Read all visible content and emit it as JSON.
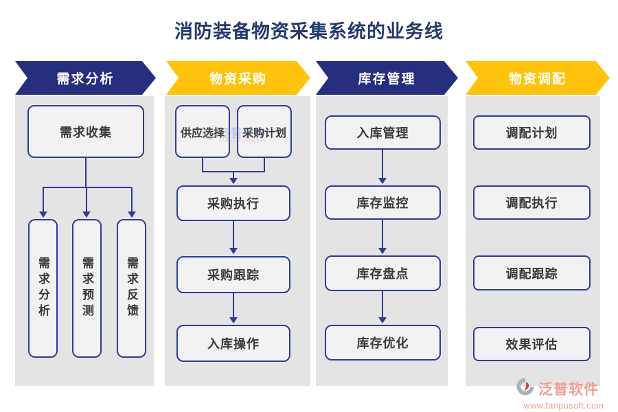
{
  "title": "消防装备物资采集系统的业务线",
  "columns": [
    {
      "header": "需求分析",
      "boxes": [
        {
          "label": "需求收集"
        },
        {
          "label": "需求分析"
        },
        {
          "label": "需求预测"
        },
        {
          "label": "需求反馈"
        }
      ]
    },
    {
      "header": "物资采购",
      "boxes": [
        {
          "label": "供应选择"
        },
        {
          "label": "采购计划"
        },
        {
          "label": "采购执行"
        },
        {
          "label": "采购跟踪"
        },
        {
          "label": "入库操作"
        }
      ]
    },
    {
      "header": "库存管理",
      "boxes": [
        {
          "label": "入库管理"
        },
        {
          "label": "库存监控"
        },
        {
          "label": "库存盘点"
        },
        {
          "label": "库存优化"
        }
      ]
    },
    {
      "header": "物资调配",
      "boxes": [
        {
          "label": "调配计划"
        },
        {
          "label": "调配执行"
        },
        {
          "label": "调配跟踪"
        },
        {
          "label": "效果评估"
        }
      ]
    }
  ],
  "watermark": {
    "brand": "泛普软件",
    "sub": "FANPU SOFTWARE"
  },
  "footer": {
    "brand": "泛普软件",
    "url": "www.fanpusoft.com"
  },
  "colors": {
    "navy_header": "#262e7d",
    "yellow_header": "#ffc30b",
    "box_border": "#2e3b97",
    "connector": "#2e3b97",
    "panel_bg": "#e4e4e5",
    "box_bg": "#f2f2f3",
    "title_text": "#233a6d",
    "logo_salmon": "#ee9e95",
    "logo_red": "#d0483c",
    "logo_gray": "#a9b3bd"
  }
}
